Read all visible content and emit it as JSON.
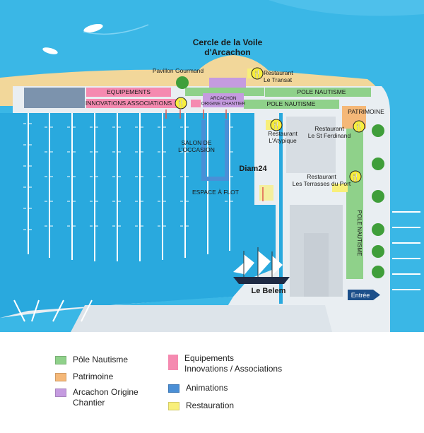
{
  "colors": {
    "sea": "#3ab7e6",
    "harbor_water": "#29a9de",
    "quay": "#e9eef2",
    "beach": "#f2d79a",
    "nautisme": "#8fd18a",
    "patrimoine": "#f5b878",
    "arcachon": "#c59be0",
    "equipements": "#f58ab0",
    "animations": "#4a8fd6",
    "restauration": "#f8ef7a",
    "tree": "#3f9e3a"
  },
  "map": {
    "cercle": "Cercle de la Voile\nd'Arcachon",
    "pavillon": "Pavillon Gourmand",
    "restaurant_transat": "Restaurant\nLe Transat",
    "equipements": "EQUIPEMENTS",
    "innovations": "INNOVATIONS ASSOCIATIONS",
    "arcachon_origine": "ARCACHON\nORIGINE CHANTIER",
    "pole_nautisme_1": "POLE NAUTISME",
    "pole_nautisme_2": "POLE NAUTISME",
    "pole_nautisme_3": "POLE NAUTISME",
    "patrimoine": "PATRIMOINE",
    "restaurant_atypique": "Restaurant\nL'Atypique",
    "restaurant_st_ferdinand": "Restaurant\nLe St Ferdinand",
    "restaurant_terrasses": "Restaurant\nLes Terrasses du Port",
    "salon": "SALON DE\nL'OCCASION",
    "espace_flot": "ESPACE À FLOT",
    "diam24": "Diam24",
    "le_belem": "Le Belem",
    "entree": "Entrée"
  },
  "legend": [
    {
      "label": "Pôle Nautisme",
      "color": "#8fd18a"
    },
    {
      "label": "Patrimoine",
      "color": "#f5b878"
    },
    {
      "label": "Arcachon Origine\nChantier",
      "color": "#c59be0"
    },
    {
      "label": "Equipements\nInnovations / Associations",
      "color": "#f58ab0"
    },
    {
      "label": "Animations",
      "color": "#4a8fd6"
    },
    {
      "label": "Restauration",
      "color": "#f8ef7a"
    }
  ],
  "icons": {
    "restaurant": "fork-knife-icon",
    "boat": "boat-icon",
    "tree": "tree-icon",
    "ship": "tall-ship-icon",
    "arrow": "entrance-arrow-icon"
  }
}
